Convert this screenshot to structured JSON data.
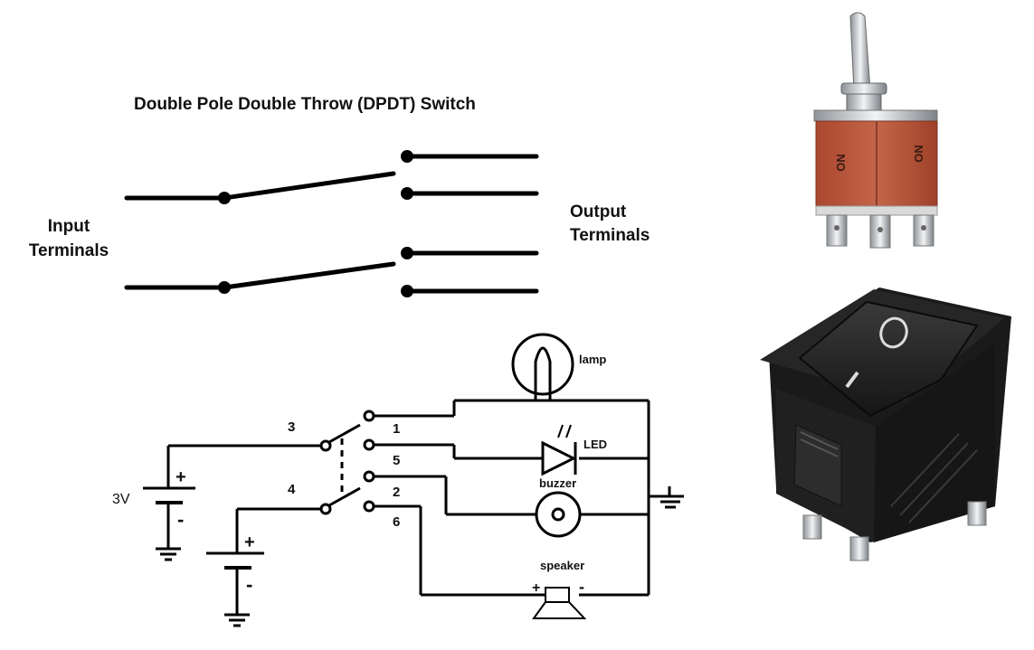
{
  "diagram": {
    "title": "Double Pole Double Throw (DPDT) Switch",
    "input_label_line1": "Input",
    "input_label_line2": "Terminals",
    "output_label_line1": "Output",
    "output_label_line2": "Terminals"
  },
  "circuit": {
    "battery_voltage": "3V",
    "plus": "+",
    "minus": "-",
    "pole_a": "3",
    "pole_b": "4",
    "terminal_1": "1",
    "terminal_5": "5",
    "terminal_2": "2",
    "terminal_6": "6",
    "lamp": "lamp",
    "led": "LED",
    "buzzer": "buzzer",
    "speaker": "speaker"
  },
  "photos": {
    "toggle_left_marking": "ON",
    "toggle_right_marking": "ON",
    "rocker_symbol_off": "O",
    "rocker_symbol_on": "I"
  },
  "colors": {
    "line": "#000000",
    "toggle_body": "#b5533b",
    "rocker_body": "#1c1c1c",
    "metal": "#c9ccd0"
  }
}
